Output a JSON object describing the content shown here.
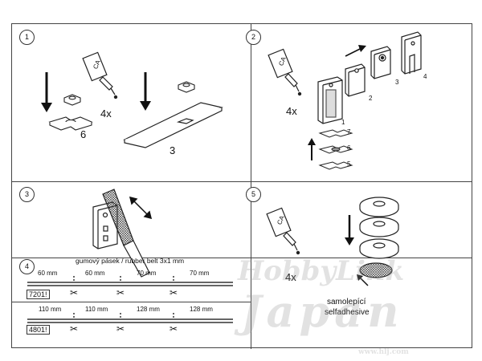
{
  "steps": {
    "s1": {
      "num": "1",
      "part_count": "4x",
      "washer_label": "6",
      "plate_label": "3",
      "glue_label": "CA"
    },
    "s2": {
      "num": "2",
      "part_count": "4x",
      "glue_label": "CA",
      "parts": [
        "1",
        "2",
        "3",
        "4"
      ],
      "stack_labels": [
        "7",
        "6",
        "5"
      ]
    },
    "s3": {
      "num": "3"
    },
    "s4": {
      "num": "4",
      "belt_title": "gumový pásek / rubber belt 3x1 mm",
      "row1": {
        "code": "7201!",
        "lengths": [
          "60 mm",
          "60 mm",
          "70 mm",
          "70 mm"
        ]
      },
      "row2": {
        "code": "4801!",
        "lengths": [
          "110 mm",
          "110 mm",
          "128 mm",
          "128 mm"
        ]
      }
    },
    "s5": {
      "num": "5",
      "part_count": "4x",
      "glue_label": "CA",
      "note_line1": "samolepící",
      "note_line2": "selfadhesive"
    }
  },
  "watermark": {
    "line1": "HobbyLink",
    "line2": "Japan",
    "url": "www.hlj.com"
  }
}
